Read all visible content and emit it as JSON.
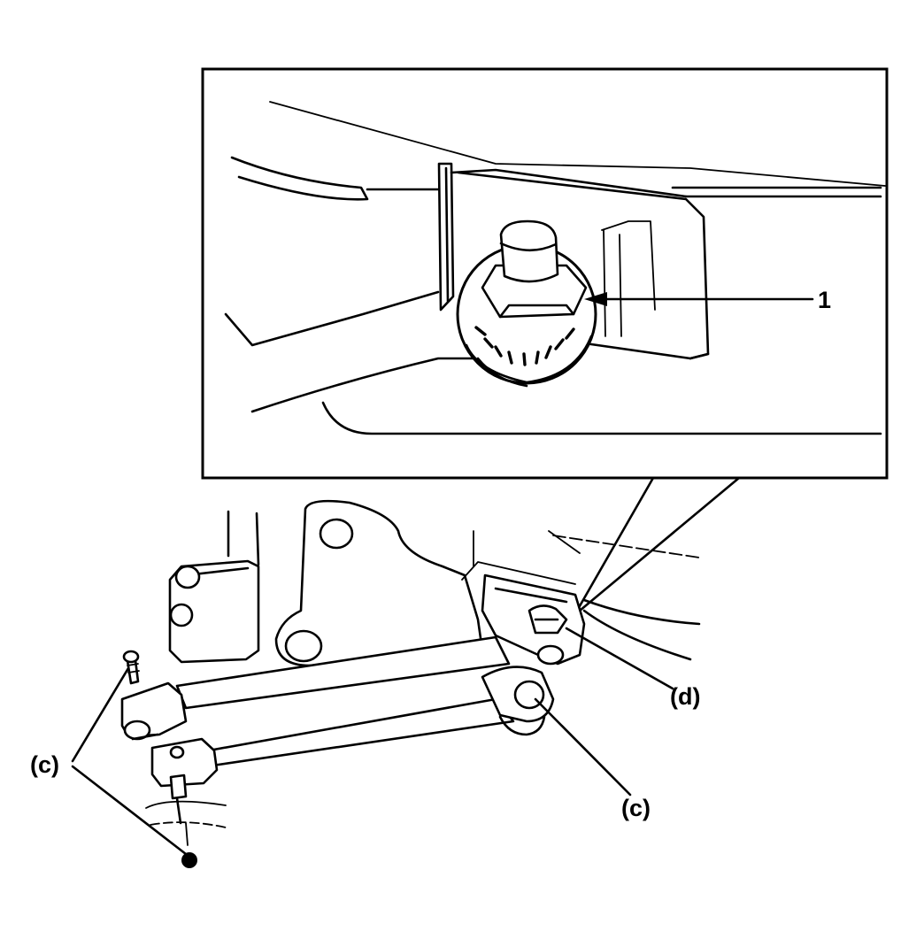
{
  "callouts": {
    "item_1": "1",
    "c_left": "(c)",
    "d": "(d)",
    "c_right": "(c)"
  }
}
